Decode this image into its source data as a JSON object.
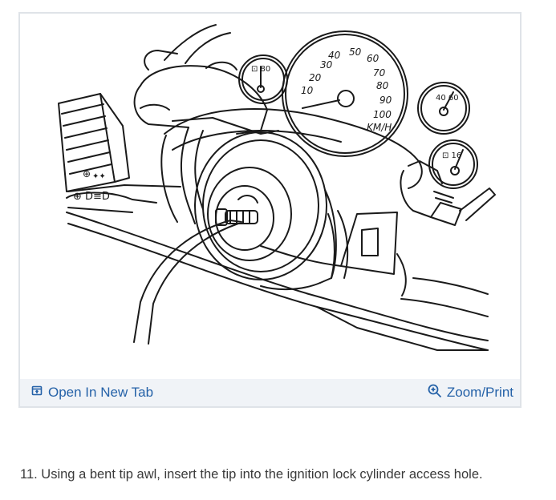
{
  "figure": {
    "open_tab_label": "Open In New Tab",
    "zoom_print_label": "Zoom/Print",
    "accent_color": "#2562a8",
    "toolbar_bg": "#f0f3f7",
    "open_icon": "open-external-icon",
    "zoom_icon": "zoom-in-icon"
  },
  "step": {
    "text": "11. Using a bent tip awl, insert the tip into the ignition lock cylinder access hole."
  }
}
